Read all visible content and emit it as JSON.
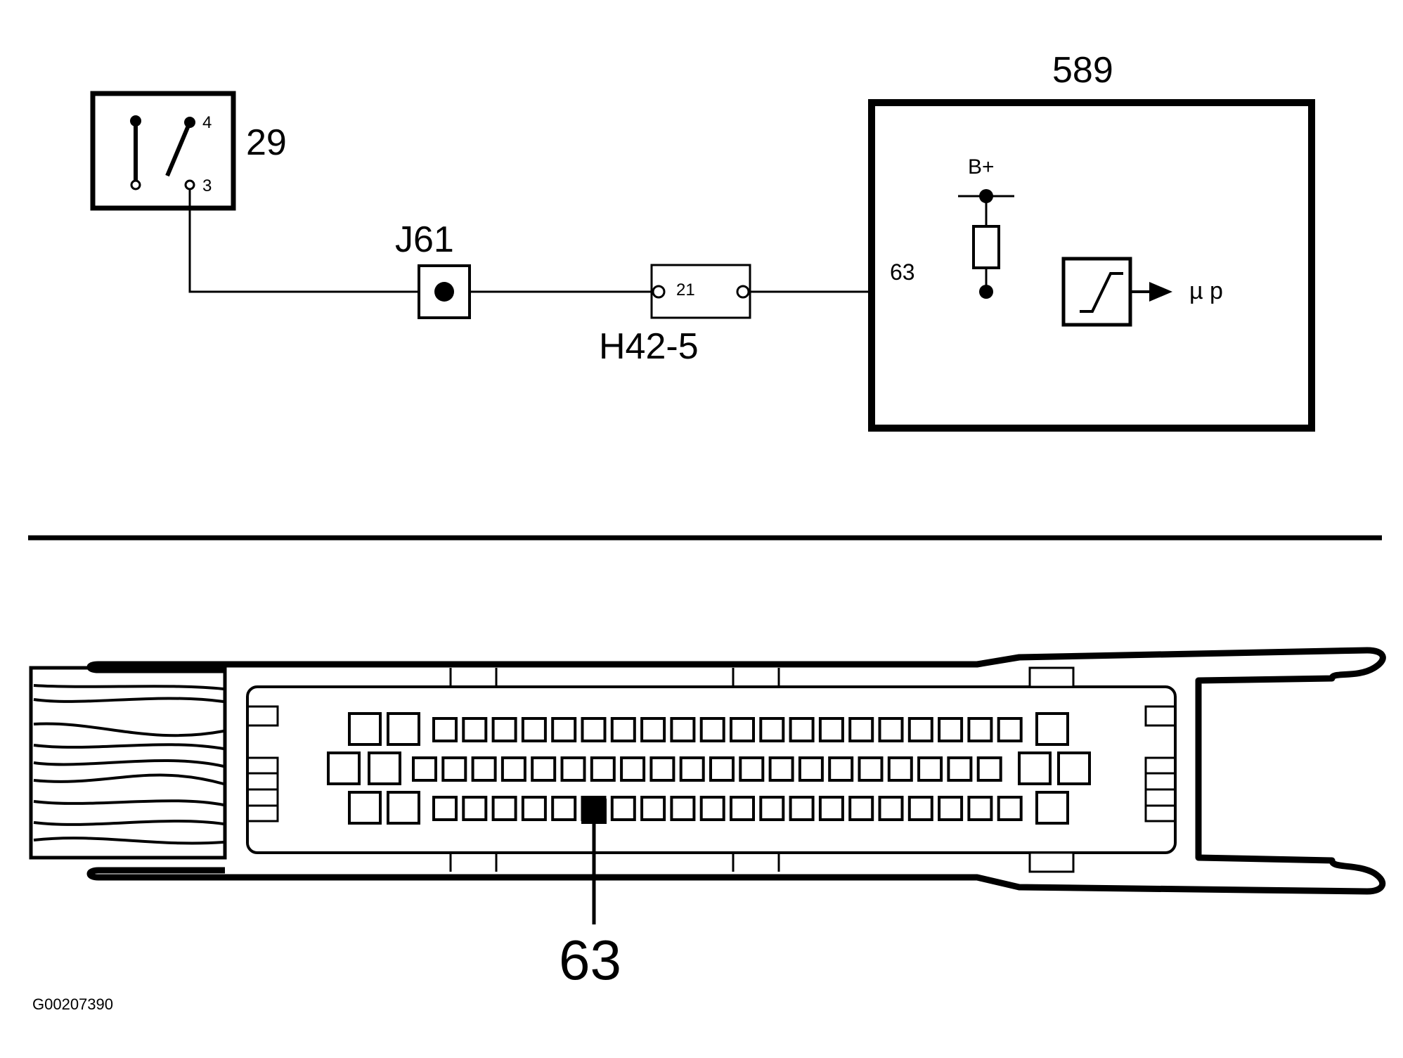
{
  "diagram": {
    "switch_29": {
      "label": "29",
      "pin_top": "4",
      "pin_bottom": "3"
    },
    "splice": {
      "label": "J61"
    },
    "connector": {
      "label": "H42-5",
      "pin": "21"
    },
    "control_module": {
      "label": "589",
      "pin": "63",
      "supply_label": "B+",
      "output_label": "µ p"
    },
    "connector_view": {
      "callout": "63"
    },
    "figure_code": "G00207390"
  }
}
